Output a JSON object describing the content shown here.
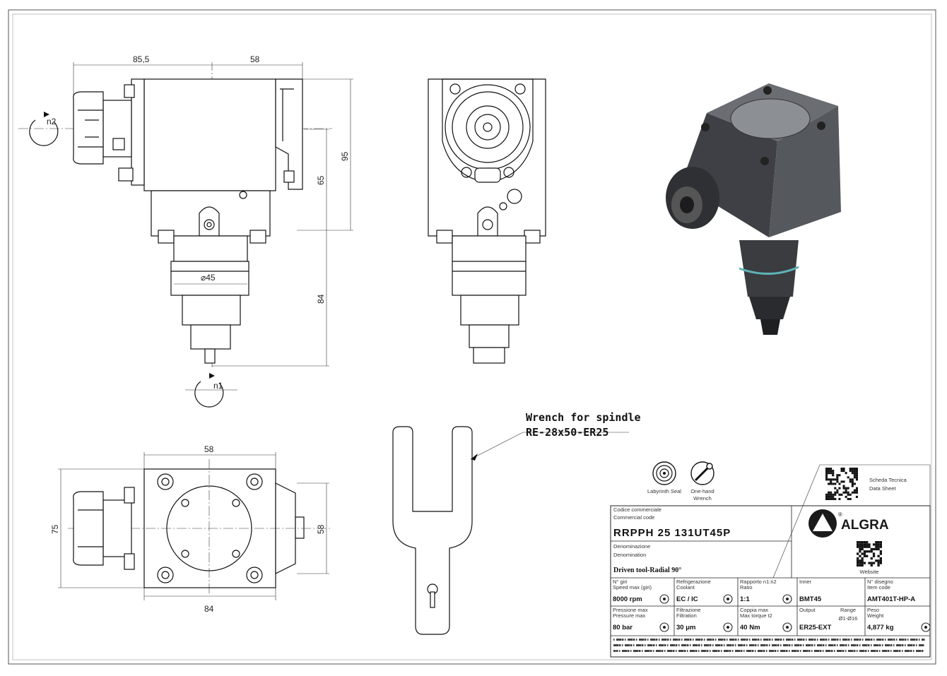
{
  "dimensions": {
    "side_width_left": "85,5",
    "side_width_right": "58",
    "height_total": "95",
    "height_mid": "65",
    "height_lower": "84",
    "diameter": "⌀45",
    "spindle_label_n1": "n1",
    "spindle_label_n2": "n2",
    "top_width": "58",
    "top_depth": "75",
    "top_height_right": "58",
    "top_bottom_width": "84"
  },
  "wrench": {
    "title": "Wrench for spindle",
    "code": "RE-28x50-ER25"
  },
  "features": {
    "labyrinth": "Labyrinth Seal",
    "onehand_line1": "One-hand",
    "onehand_line2": "Wrench",
    "scheda_line1": "Scheda Tecnica",
    "scheda_line2": "Data Sheet",
    "website": "Website"
  },
  "brand": {
    "name": "ALGRA",
    "registered": "®"
  },
  "title_block": {
    "code_label_it": "Codice commerciale",
    "code_label_en": "Commercial code",
    "code_value": "RRPPH 25 131UT45P",
    "den_label_it": "Denominazione",
    "den_label_en": "Denomination",
    "den_value": "Driven tool-Radial 90°",
    "cells": [
      {
        "l1": "N° giri",
        "l2": "Speed max (giri)",
        "value": "8000 rpm",
        "icon": "speedometer-icon"
      },
      {
        "l1": "Refrigerazione",
        "l2": "Coolant",
        "value": "EC / IC",
        "icon": "drop-icon"
      },
      {
        "l1": "Rapporto n1:n2",
        "l2": "Ratio",
        "value": "1:1",
        "icon": "gear-icon"
      },
      {
        "l1": "Inner",
        "l2": "",
        "value": "BMT45",
        "icon": ""
      },
      {
        "l1": "N° disegno",
        "l2": "Item code",
        "value": "AMT401T-HP-A",
        "icon": ""
      },
      {
        "l1": "Pressione max",
        "l2": "Pressure max",
        "value": "80 bar",
        "icon": "pressure-icon"
      },
      {
        "l1": "Filtrazione",
        "l2": "Filtration",
        "value": "30 μm",
        "icon": "filter-icon"
      },
      {
        "l1": "Coppia max",
        "l2": "Max torque t2",
        "value": "40 Nm",
        "icon": "torque-icon"
      },
      {
        "l1": "Output",
        "l2": "",
        "value": "ER25-EXT",
        "icon": ""
      },
      {
        "l1": "Peso",
        "l2": "Weight",
        "value": "4,877 kg",
        "icon": "weight-icon"
      }
    ],
    "range_label": "Range",
    "range_value": "Ø1-Ø16"
  }
}
